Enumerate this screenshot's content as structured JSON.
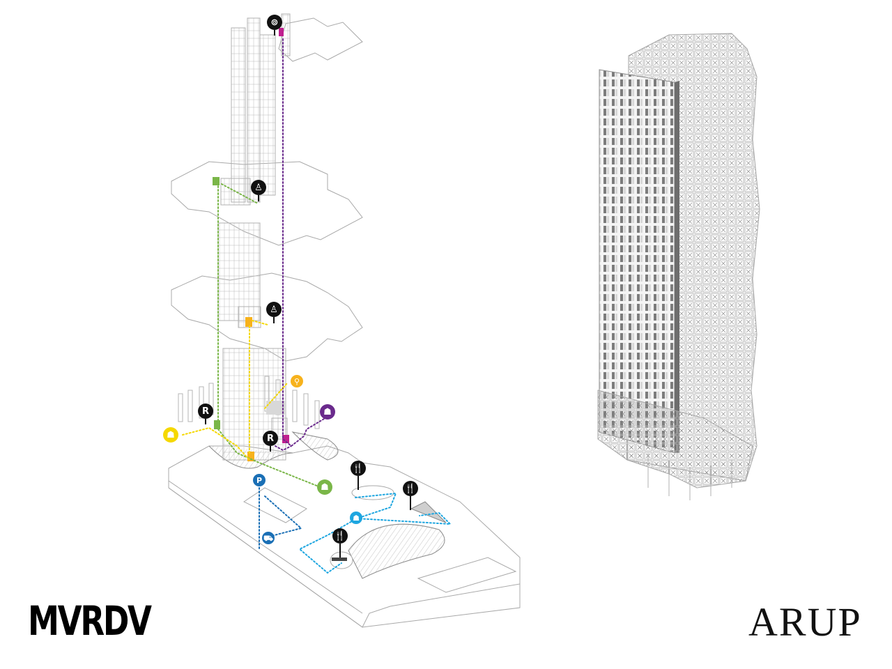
{
  "logos": {
    "left": "MVRDV",
    "right": "ARUP"
  },
  "colors": {
    "background": "#ffffff",
    "line_art": "#9a9a9a",
    "marker_dark": "#111111",
    "route_green": "#7ab648",
    "route_yellow": "#f5d800",
    "route_orange": "#f7b21c",
    "route_purple": "#6a2a8c",
    "route_magenta": "#c0208f",
    "route_cyan": "#1ea6e0",
    "route_blue": "#1a6fb5"
  },
  "diagram": {
    "left_panel": "exploded-axonometric-circulation",
    "right_panel": "structural-frame-tower",
    "markers": [
      {
        "id": "restaurant-top",
        "icon": "dining-plate-icon",
        "glyph": "⊚",
        "color": "#111111"
      },
      {
        "id": "office-upper",
        "icon": "person-desk-icon",
        "glyph": "♙",
        "color": "#111111"
      },
      {
        "id": "office-mid",
        "icon": "person-desk-icon",
        "glyph": "♙",
        "color": "#111111"
      },
      {
        "id": "bike",
        "icon": "bicycle-icon",
        "glyph": "⚲",
        "color": "#f7b21c"
      },
      {
        "id": "residential-left",
        "icon": "letter-r-icon",
        "glyph": "R",
        "color": "#111111"
      },
      {
        "id": "residential-right",
        "icon": "letter-r-icon",
        "glyph": "R",
        "color": "#111111"
      },
      {
        "id": "pedestrian-purple",
        "icon": "person-icon",
        "glyph": "☗",
        "color": "#6a2a8c"
      },
      {
        "id": "pedestrian-yellow",
        "icon": "person-icon",
        "glyph": "☗",
        "color": "#f5d800"
      },
      {
        "id": "pedestrian-green",
        "icon": "person-icon",
        "glyph": "☗",
        "color": "#7ab648"
      },
      {
        "id": "parking",
        "icon": "parking-icon",
        "glyph": "P",
        "color": "#1a6fb5"
      },
      {
        "id": "car",
        "icon": "car-icon",
        "glyph": "⛟",
        "color": "#1a6fb5"
      },
      {
        "id": "pedestrian-cyan",
        "icon": "person-icon",
        "glyph": "☗",
        "color": "#1ea6e0"
      },
      {
        "id": "restaurant-1",
        "icon": "fork-knife-icon",
        "glyph": "🍴",
        "color": "#111111"
      },
      {
        "id": "restaurant-2",
        "icon": "fork-knife-icon",
        "glyph": "🍴",
        "color": "#111111"
      },
      {
        "id": "restaurant-3",
        "icon": "fork-knife-icon",
        "glyph": "🍴",
        "color": "#111111"
      }
    ]
  }
}
